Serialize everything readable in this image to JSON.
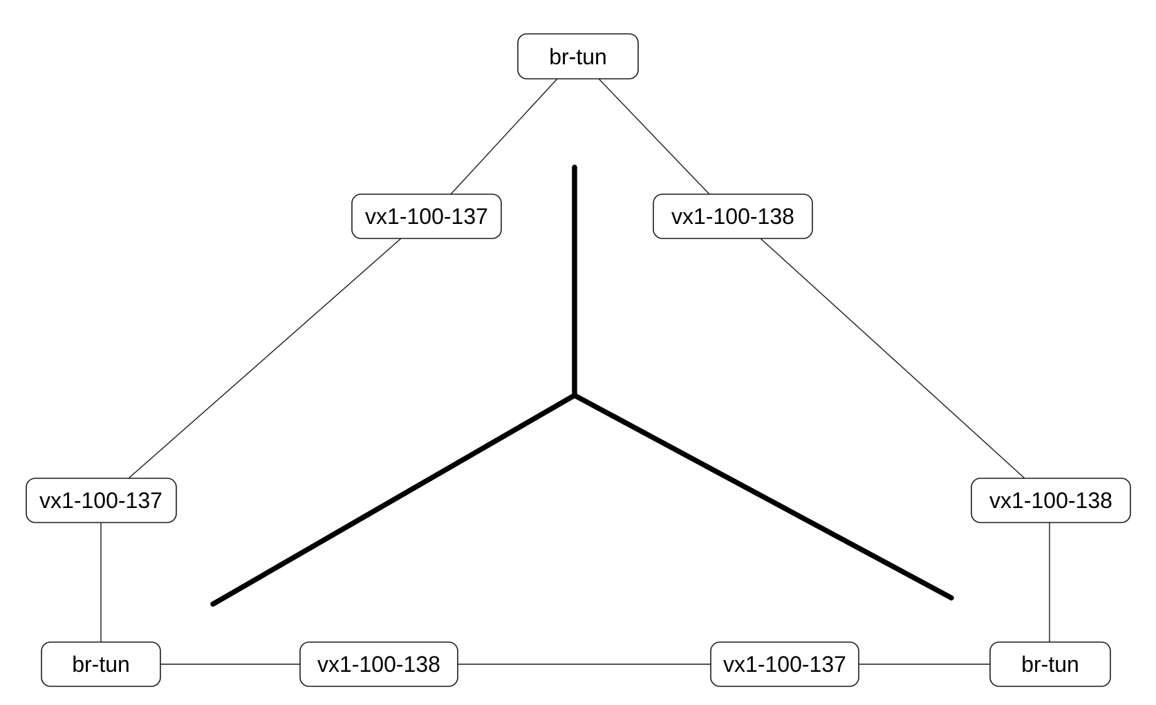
{
  "diagram": {
    "nodes": {
      "top_br_tun": "br-tun",
      "top_vx_137": "vx1-100-137",
      "top_vx_138": "vx1-100-138",
      "left_vx_137": "vx1-100-137",
      "left_br_tun": "br-tun",
      "left_vx_138": "vx1-100-138",
      "right_vx_138": "vx1-100-138",
      "right_br_tun": "br-tun",
      "right_vx_137": "vx1-100-137"
    },
    "colors": {
      "node_border": "#1a1a1a",
      "link": "#1a1a1a",
      "divider": "#000000",
      "background": "#ffffff"
    }
  }
}
